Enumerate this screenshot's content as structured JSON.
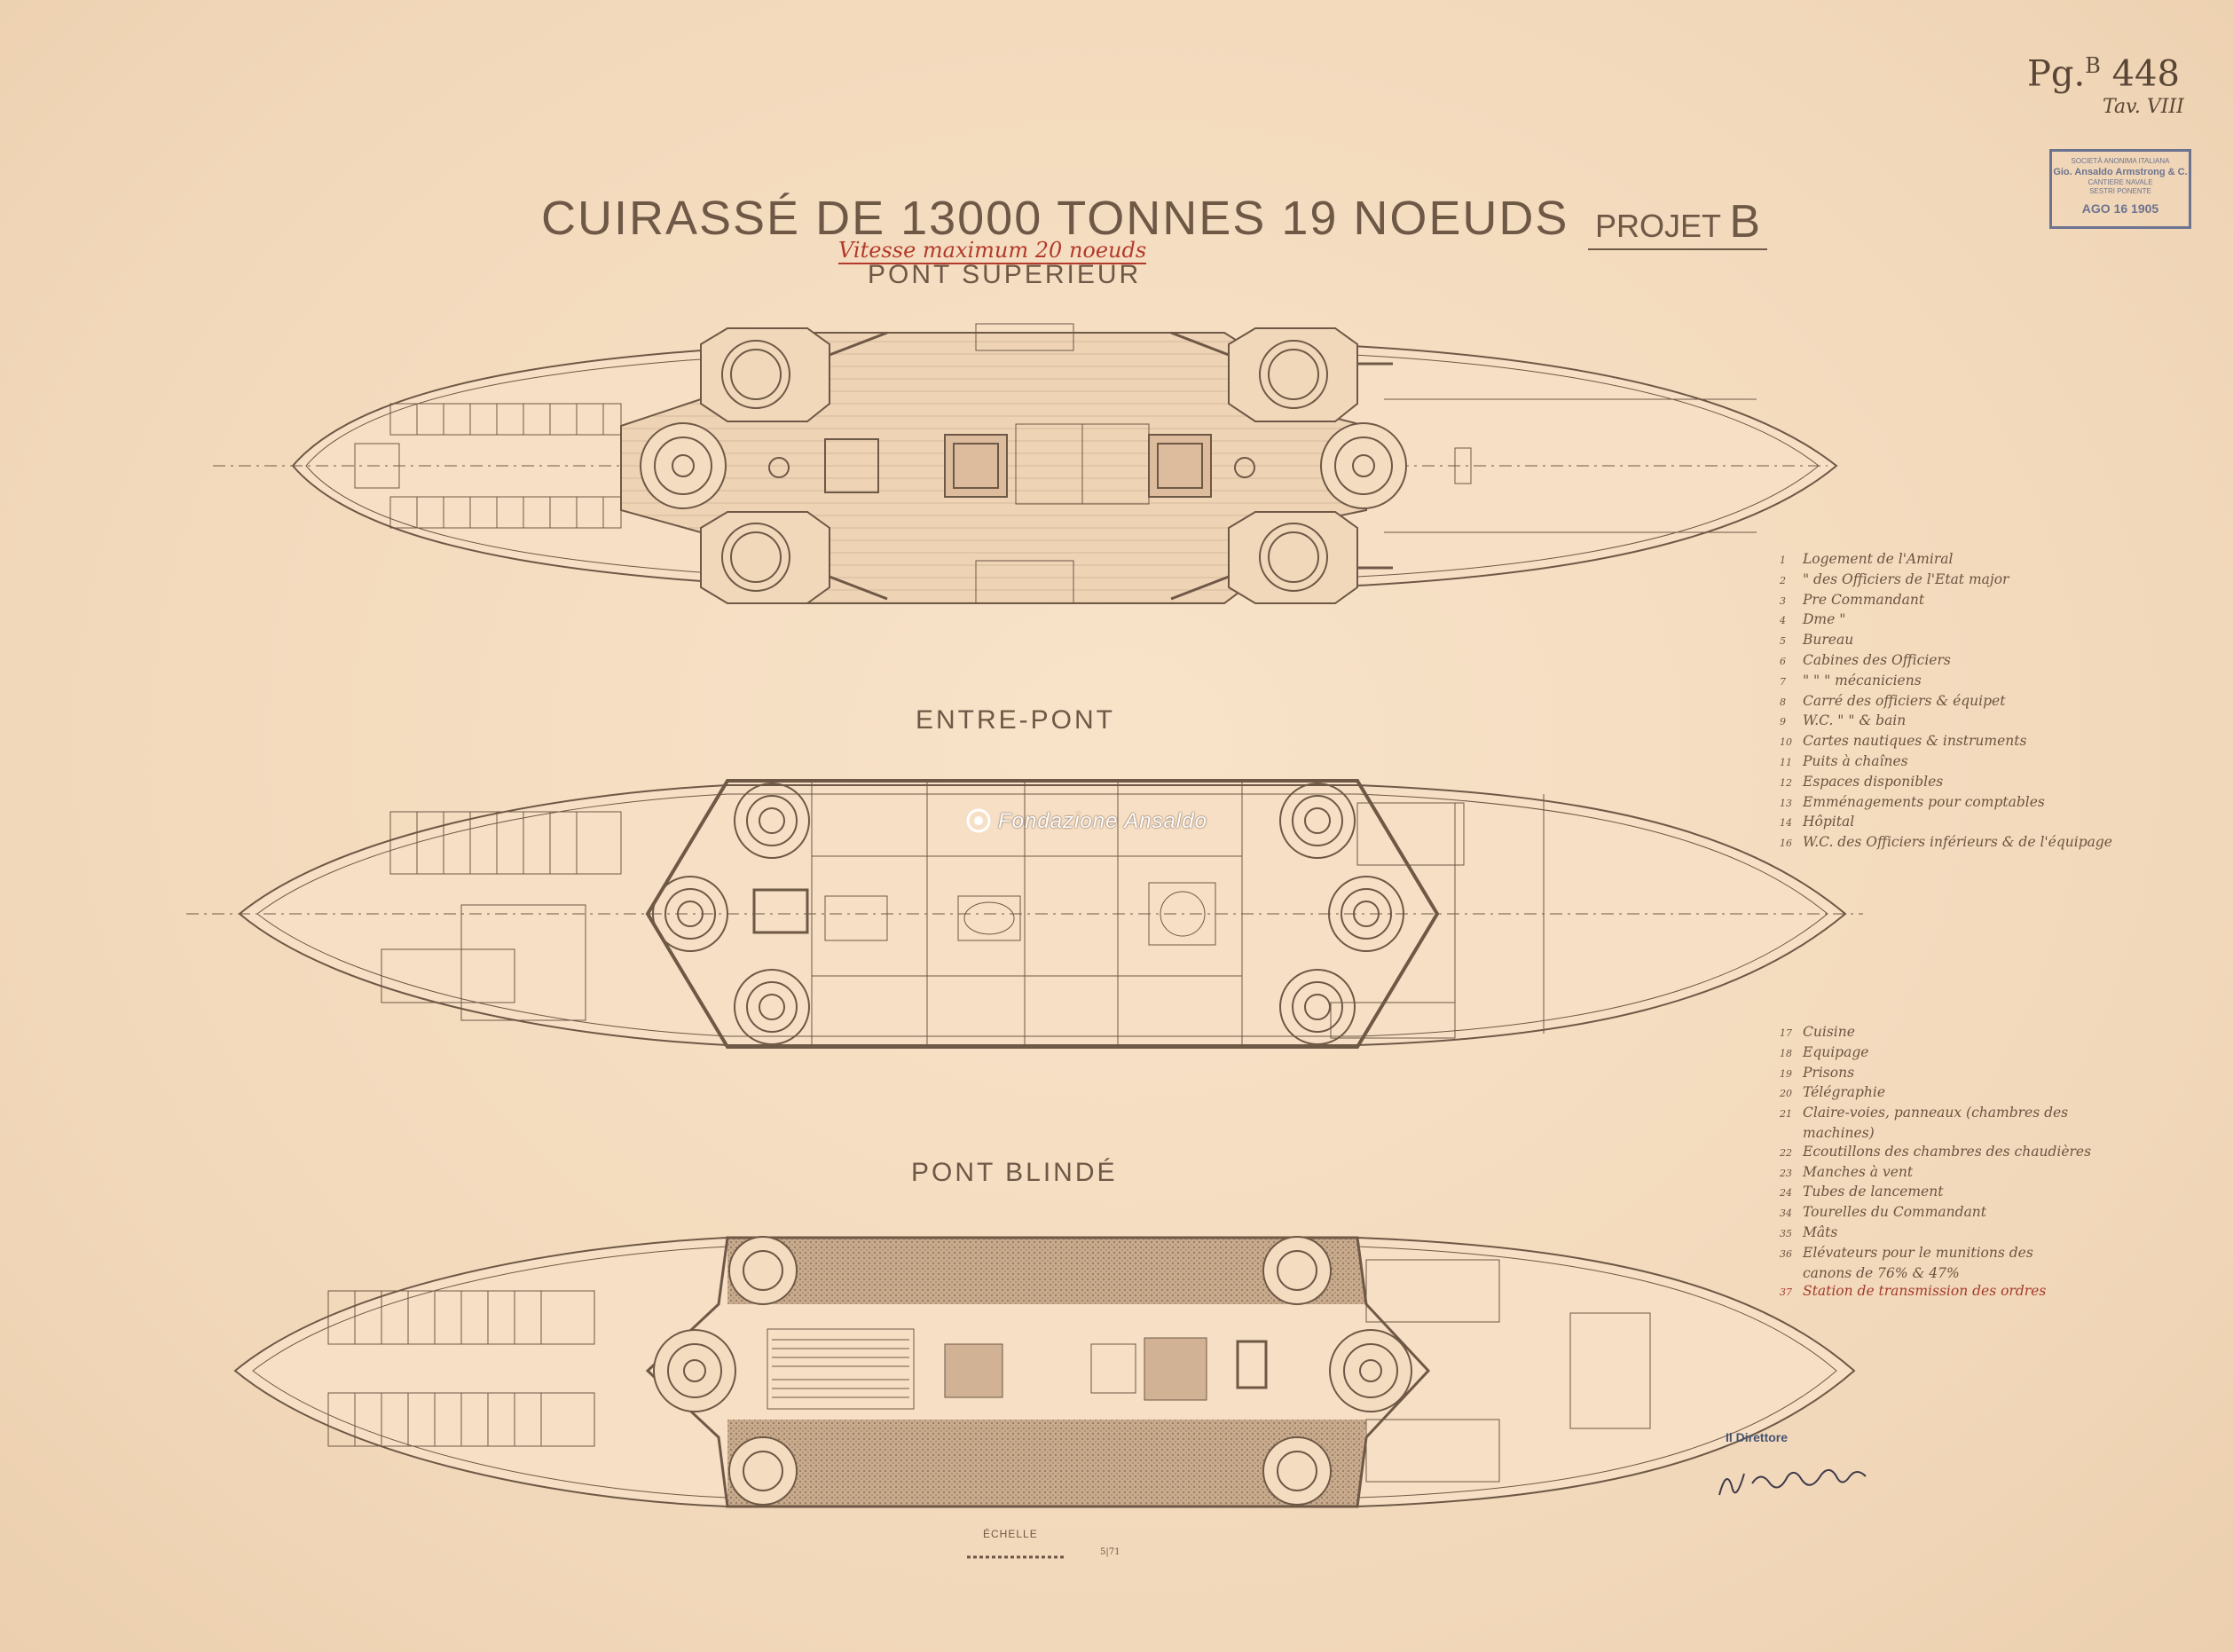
{
  "reference": {
    "prefix": "Pg.",
    "sup": "B",
    "number": "448",
    "table": "Tav. VIII"
  },
  "stamp": {
    "line1": "SOCIETÀ ANONIMA ITALIANA",
    "line2": "Gio. Ansaldo Armstrong & C.",
    "line3": "CANTIERE NAVALE",
    "line4": "SESTRI PONENTE",
    "date": "AGO 16 1905"
  },
  "title": "CUIRASSÉ DE 13000 TONNES 19 NOEUDS",
  "projet": {
    "label": "PROJET",
    "letter": "B"
  },
  "subtitle": "Vitesse maximum 20 noeuds",
  "decks": {
    "upper": "PONT SUPERIEUR",
    "between": "ENTRE-PONT",
    "armored": "PONT BLINDÉ"
  },
  "watermark": "Fondazione Ansaldo",
  "legend_a": [
    {
      "n": "1",
      "text": "Logement de l'Amiral"
    },
    {
      "n": "2",
      "text": "\" des Officiers de l'Etat major"
    },
    {
      "n": "3",
      "text": "Pre Commandant"
    },
    {
      "n": "4",
      "text": "Dme \""
    },
    {
      "n": "5",
      "text": "Bureau"
    },
    {
      "n": "6",
      "text": "Cabines des Officiers"
    },
    {
      "n": "7",
      "text": "\" \" \" mécaniciens"
    },
    {
      "n": "8",
      "text": "Carré des officiers & équipet"
    },
    {
      "n": "9",
      "text": "W.C. \" \" & bain"
    },
    {
      "n": "10",
      "text": "Cartes nautiques & instruments"
    },
    {
      "n": "11",
      "text": "Puits à chaînes"
    },
    {
      "n": "12",
      "text": "Espaces disponibles"
    },
    {
      "n": "13",
      "text": "Emménagements pour comptables"
    },
    {
      "n": "14",
      "text": "Hôpital"
    },
    {
      "n": "16",
      "text": "W.C. des Officiers inférieurs & de l'équipage"
    }
  ],
  "legend_b": [
    {
      "n": "17",
      "text": "Cuisine",
      "red": false
    },
    {
      "n": "18",
      "text": "Equipage",
      "red": false
    },
    {
      "n": "19",
      "text": "Prisons",
      "red": false
    },
    {
      "n": "20",
      "text": "Télégraphie",
      "red": false
    },
    {
      "n": "21",
      "text": "Claire-voies, panneaux (chambres des",
      "red": false
    },
    {
      "n": "",
      "text": "machines)",
      "red": false
    },
    {
      "n": "22",
      "text": "Ecoutillons des chambres des chaudières",
      "red": false
    },
    {
      "n": "23",
      "text": "Manches à vent",
      "red": false
    },
    {
      "n": "24",
      "text": "Tubes de lancement",
      "red": false
    },
    {
      "n": "34",
      "text": "Tourelles du Commandant",
      "red": false
    },
    {
      "n": "35",
      "text": "Mâts",
      "red": false
    },
    {
      "n": "36",
      "text": "Elévateurs pour le munitions des",
      "red": false
    },
    {
      "n": "",
      "text": "canons de 76% & 47%",
      "red": false
    },
    {
      "n": "37",
      "text": "Station de transmission des ordres",
      "red": true
    }
  ],
  "direttore": "Il Direttore",
  "echelle": "ÉCHELLE",
  "scale_value": "5|71",
  "colors": {
    "paper": "#f4dcc0",
    "ink": "#6e5846",
    "red_ink": "#b33a2a",
    "stamp": "#6c7390"
  }
}
